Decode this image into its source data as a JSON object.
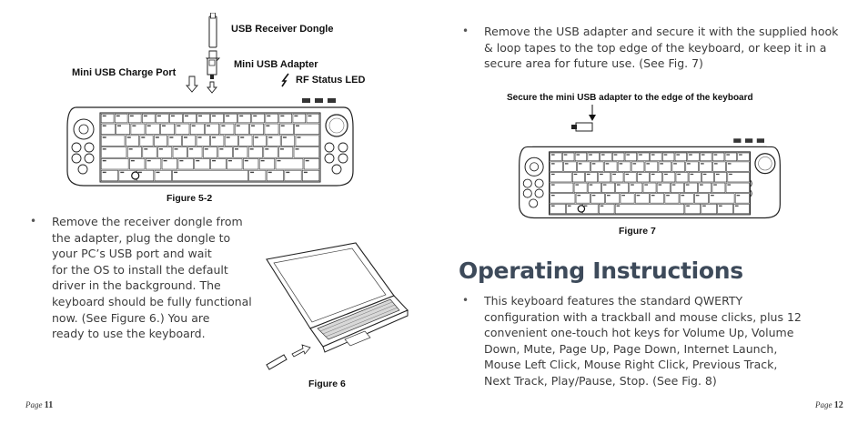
{
  "left_page": {
    "callouts": {
      "usb_receiver_dongle": "USB Receiver Dongle",
      "mini_usb_adapter": "Mini USB Adapter",
      "mini_usb_charge_port": "Mini USB Charge Port",
      "rf_status_led": "RF Status LED"
    },
    "figure_5_2_caption": "Figure 5-2",
    "bullet_lines": [
      "Remove the receiver dongle from",
      "the adapter, plug the dongle to",
      "your PC’s USB port and wait",
      "for the OS to install the default",
      "driver in the background.  The",
      "keyboard should be fully functional",
      "now.  (See Figure 6.)  You are",
      "ready to use the keyboard."
    ],
    "figure_6_caption": "Figure 6",
    "page_label": "Page",
    "page_number": "11"
  },
  "right_page": {
    "bullet1_lines": [
      "Remove the USB adapter and secure it with the supplied hook",
      "& loop tapes to the top edge of the keyboard, or keep it in a",
      "secure area for future use.  (See Fig. 7)"
    ],
    "figure_7_heading": "Secure the mini USB adapter to the edge of the keyboard",
    "figure_7_caption": "Figure 7",
    "section_title": "Operating Instructions",
    "bullet2_lines": [
      "This keyboard features the standard QWERTY",
      "configuration with a trackball and mouse clicks, plus 12",
      "convenient one-touch hot keys for Volume Up, Volume",
      "Down, Mute, Page Up, Page Down, Internet Launch,",
      "Mouse Left Click, Mouse Right Click, Previous Track,",
      "Next Track, Play/Pause, Stop. (See Fig. 8)"
    ],
    "page_label": "Page",
    "page_number": "12"
  }
}
